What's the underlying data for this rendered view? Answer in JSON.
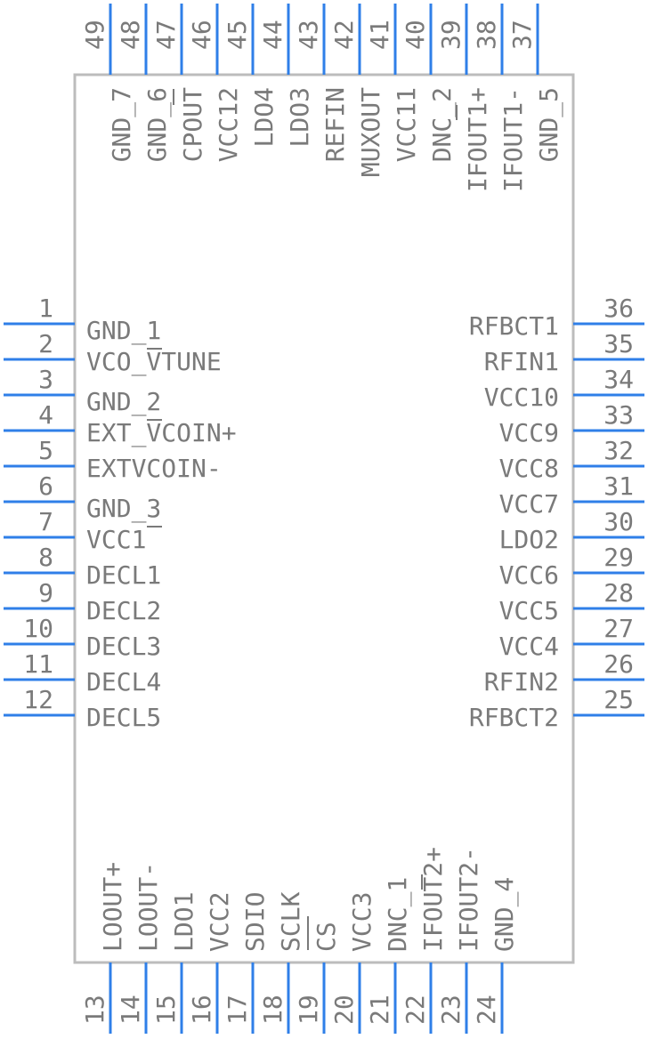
{
  "colors": {
    "pin": "#2f7fe8",
    "body_outline": "#bcbcbc",
    "text": "#7a7a7a",
    "background": "#ffffff"
  },
  "pins": {
    "left": [
      {
        "number": "1",
        "name": "GND_1"
      },
      {
        "number": "2",
        "name": "VCO_VTUNE"
      },
      {
        "number": "3",
        "name": "GND_2"
      },
      {
        "number": "4",
        "name": "EXT_VCOIN+"
      },
      {
        "number": "5",
        "name": "EXTVCOIN-"
      },
      {
        "number": "6",
        "name": ""
      },
      {
        "number": "7",
        "name": "GND_3"
      },
      {
        "number": "8",
        "name": "VCC1"
      },
      {
        "number": "9",
        "name": "DECL1"
      },
      {
        "number": "10",
        "name": "DECL2"
      },
      {
        "number": "11",
        "name": "DECL3"
      },
      {
        "number": "12",
        "name": "DECL4"
      },
      {
        "number": "",
        "name": "DECL5"
      }
    ],
    "right": [
      {
        "number": "36",
        "name": "RFBCT1"
      },
      {
        "number": "35",
        "name": "RFIN1"
      },
      {
        "number": "34",
        "name": "VCC10"
      },
      {
        "number": "33",
        "name": "VCC9"
      },
      {
        "number": "32",
        "name": "VCC8"
      },
      {
        "number": "31",
        "name": "VCC7"
      },
      {
        "number": "30",
        "name": "LDO2"
      },
      {
        "number": "29",
        "name": "VCC6"
      },
      {
        "number": "28",
        "name": "VCC5"
      },
      {
        "number": "27",
        "name": "VCC4"
      },
      {
        "number": "26",
        "name": "RFIN2"
      },
      {
        "number": "25",
        "name": "RFBCT2"
      }
    ],
    "top": [
      {
        "number": "49",
        "name": "GND_7"
      },
      {
        "number": "48",
        "name": "GND_6"
      },
      {
        "number": "47",
        "name": "CPOUT"
      },
      {
        "number": "46",
        "name": "VCC12"
      },
      {
        "number": "45",
        "name": "LDO4"
      },
      {
        "number": "44",
        "name": "LDO3"
      },
      {
        "number": "43",
        "name": "REFIN"
      },
      {
        "number": "42",
        "name": "MUXOUT"
      },
      {
        "number": "41",
        "name": "VCC11"
      },
      {
        "number": "40",
        "name": "DNC_2"
      },
      {
        "number": "39",
        "name": "IFOUT1+"
      },
      {
        "number": "38",
        "name": "IFOUT1-"
      },
      {
        "number": "37",
        "name": "GND_5"
      }
    ],
    "bottom": [
      {
        "number": "13",
        "name": "LOOUT+"
      },
      {
        "number": "14",
        "name": "LOOUT-"
      },
      {
        "number": "15",
        "name": "LDO1"
      },
      {
        "number": "16",
        "name": "VCC2"
      },
      {
        "number": "17",
        "name": "SDIO"
      },
      {
        "number": "18",
        "name": "SCLK"
      },
      {
        "number": "19",
        "name": "CS"
      },
      {
        "number": "20",
        "name": "VCC3"
      },
      {
        "number": "21",
        "name": "DNC_1"
      },
      {
        "number": "22",
        "name": "IFOUT2+"
      },
      {
        "number": "23",
        "name": "IFOUT2-"
      },
      {
        "number": "24",
        "name": "GND_4"
      }
    ]
  }
}
